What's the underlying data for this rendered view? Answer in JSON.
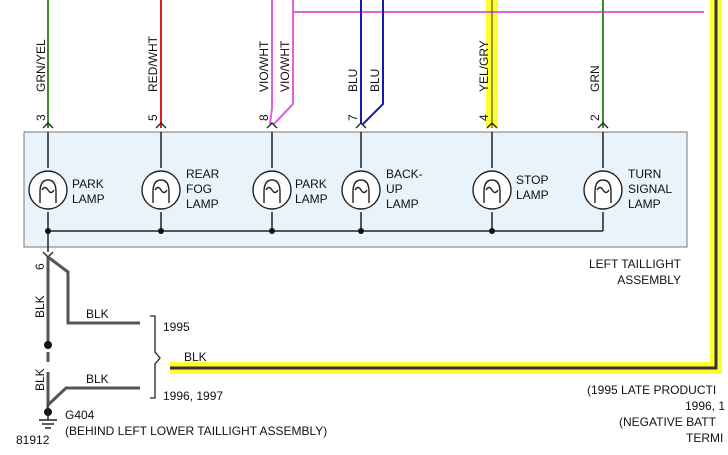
{
  "wire_colors": {
    "green": "#3a8a2a",
    "red": "#e02020",
    "violet": "#e060e0",
    "blue": "#1818b0",
    "yellow": "#ffff30",
    "ground": "#555555",
    "assembly_fill": "#e8f3fb"
  },
  "wires": [
    {
      "color_label": "GRN/YEL",
      "pin": "3"
    },
    {
      "color_label": "RED/WHT",
      "pin": "5"
    },
    {
      "color_label": "VIO/WHT",
      "color_label_2": "VIO/WHT",
      "pin": "8"
    },
    {
      "color_label": "BLU",
      "color_label_2": "BLU",
      "pin": "7"
    },
    {
      "color_label": "YEL/GRY",
      "pin": "4"
    },
    {
      "color_label": "GRN",
      "pin": "2"
    }
  ],
  "lamps": [
    {
      "name": "PARK\nLAMP"
    },
    {
      "name": "REAR\nFOG\nLAMP"
    },
    {
      "name": "PARK\nLAMP"
    },
    {
      "name": "BACK-\nUP\nLAMP"
    },
    {
      "name": "STOP\nLAMP"
    },
    {
      "name": "TURN\nSIGNAL\nLAMP"
    }
  ],
  "assembly_label_1": "LEFT TAILLIGHT",
  "assembly_label_2": "ASSEMBLY",
  "ground_pin": "6",
  "ground_wire_label": "BLK",
  "branch_1995_label": "BLK",
  "branch_1996_label": "BLK",
  "year_1995": "1995",
  "year_1996": "1996, 1997",
  "yellow_wire_label": "BLK",
  "ground_id": "G404",
  "ground_location": "(BEHIND LEFT LOWER TAILLIGHT ASSEMBLY)",
  "figure_number": "81912",
  "note_line_1": "(1995 LATE PRODUCTI",
  "note_line_2": "1996, 1",
  "note_line_3": "(NEGATIVE BATT",
  "note_line_4": "TERMI"
}
